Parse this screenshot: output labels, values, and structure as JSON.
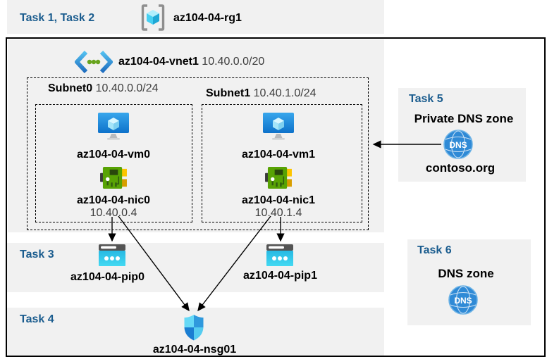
{
  "tasks": {
    "task12": {
      "label": "Task 1, Task 2"
    },
    "task3": {
      "label": "Task 3"
    },
    "task4": {
      "label": "Task 4"
    },
    "task5": {
      "label": "Task 5",
      "title": "Private DNS zone",
      "zone_name": "contoso.org"
    },
    "task6": {
      "label": "Task 6",
      "title": "DNS zone"
    }
  },
  "resource_group": {
    "name": "az104-04-rg1"
  },
  "vnet": {
    "name": "az104-04-vnet1",
    "cidr": "10.40.0.0/20"
  },
  "subnets": [
    {
      "name": "Subnet0",
      "cidr": "10.40.0.0/24",
      "vm_name": "az104-04-vm0",
      "nic_name": "az104-04-nic0",
      "nic_ip": "10.40.0.4",
      "pip_name": "az104-04-pip0"
    },
    {
      "name": "Subnet1",
      "cidr": "10.40.1.0/24",
      "vm_name": "az104-04-vm1",
      "nic_name": "az104-04-nic1",
      "nic_ip": "10.40.1.4",
      "pip_name": "az104-04-pip1"
    }
  ],
  "nsg": {
    "name": "az104-04-nsg01"
  },
  "dns_icon_label": "DNS",
  "connections": [
    {
      "from": "az104-04-nic0",
      "to": "az104-04-pip0"
    },
    {
      "from": "az104-04-nic0",
      "to": "az104-04-nsg01"
    },
    {
      "from": "az104-04-nic1",
      "to": "az104-04-pip1"
    },
    {
      "from": "az104-04-nic1",
      "to": "az104-04-nsg01"
    },
    {
      "from": "contoso.org",
      "to": "az104-04-vnet1"
    }
  ],
  "colors": {
    "task_label": "#1a5c8e",
    "panel_bg": "#f1f1f1",
    "border": "#000000",
    "muted_text": "#3d3d3d"
  }
}
